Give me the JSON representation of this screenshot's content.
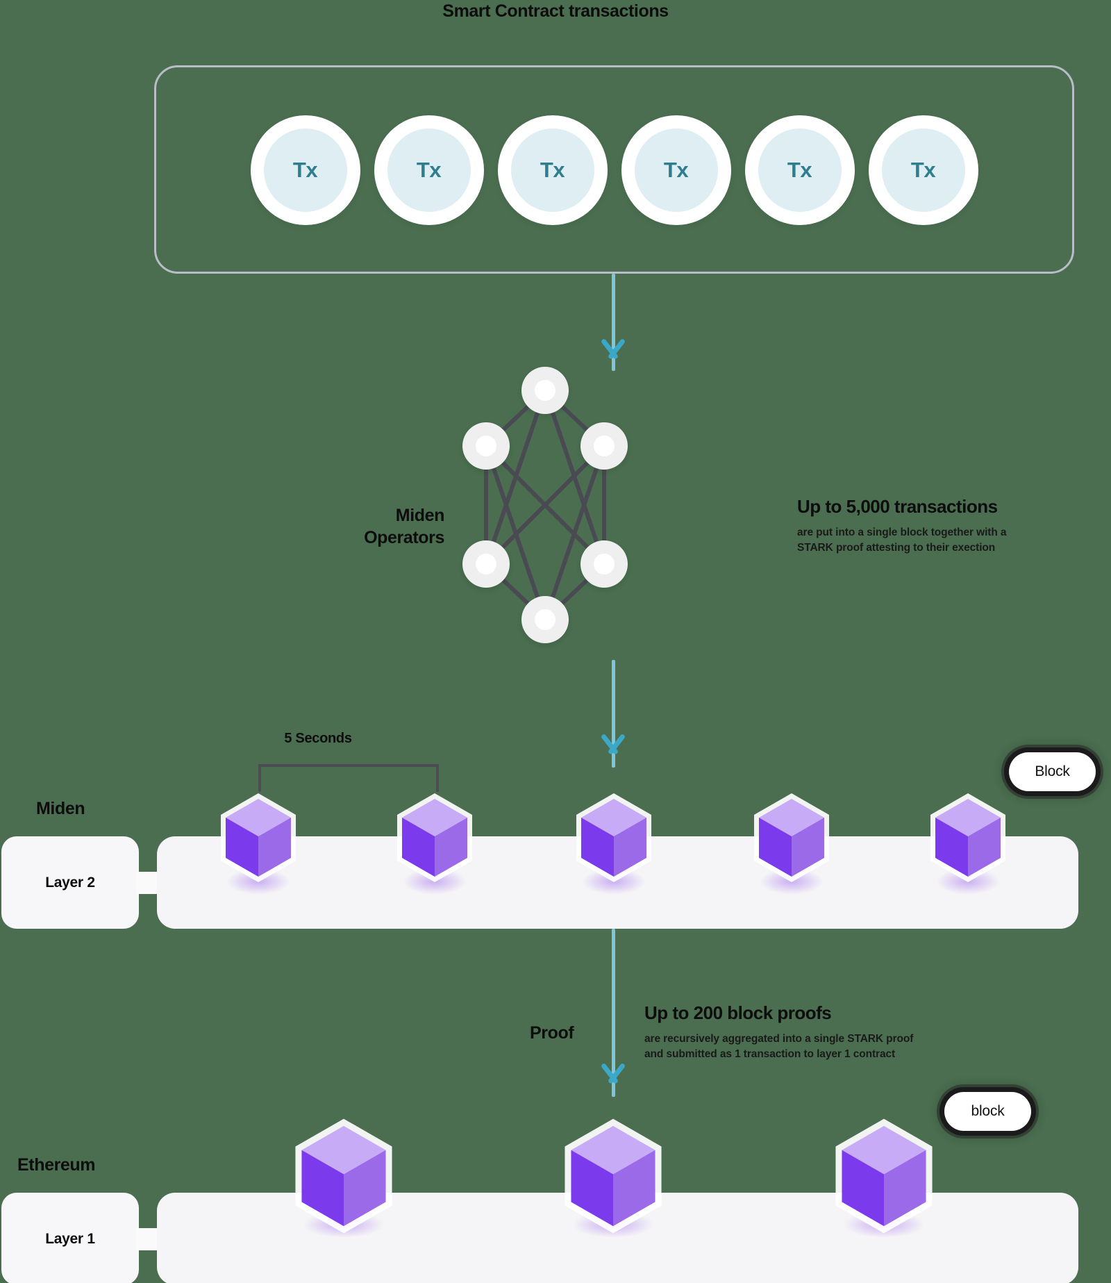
{
  "title": "Smart Contract transactions",
  "colors": {
    "background": "#4a6e4f",
    "panel_border": "#b9bdc9",
    "tx_circle_outer": "#ffffff",
    "tx_circle_inner": "#deeef3",
    "tx_text": "#2f7e90",
    "arrow": "#3ca8c8",
    "connector_line": "#7fc6db",
    "node_fill": "#efefef",
    "node_core": "#ffffff",
    "edge": "#4a4a52",
    "bar": "#f5f5f7",
    "cube_top": "#c8abf6",
    "cube_left": "#7c3aed",
    "cube_right": "#9b6ae8",
    "text": "#0d0d0d"
  },
  "transactions": {
    "panel_label": "transaction-pool",
    "items": [
      {
        "label": "Tx"
      },
      {
        "label": "Tx"
      },
      {
        "label": "Tx"
      },
      {
        "label": "Tx"
      },
      {
        "label": "Tx"
      },
      {
        "label": "Tx"
      }
    ]
  },
  "operators": {
    "label_line1": "Miden",
    "label_line2": "Operators",
    "node_count": 6
  },
  "callouts": [
    {
      "heading": "Up to 5,000 transactions",
      "body_line1": "are put into a single block together with a",
      "body_line2": "STARK proof attesting to their exection"
    },
    {
      "heading": "Up to 200 block proofs",
      "body_line1": "are recursively aggregated into a single STARK proof",
      "body_line2": "and submitted as 1 transaction to layer 1 contract"
    }
  ],
  "layer2": {
    "chain_label": "Miden",
    "layer_label": "Layer 2",
    "block_badge": "Block",
    "interval_label": "5 Seconds",
    "block_count": 5
  },
  "layer1": {
    "chain_label": "Ethereum",
    "layer_label": "Layer 1",
    "block_badge": "block",
    "block_count": 3
  },
  "proof": {
    "label": "Proof"
  },
  "chart_data": {
    "type": "diagram",
    "title": "Smart Contract transactions",
    "flow": [
      {
        "stage": "Smart Contract transactions",
        "count": 6,
        "node": "Tx"
      },
      {
        "stage": "Miden Operators",
        "count": 6,
        "note": "Up to 5,000 transactions are put into a single block together with a STARK proof attesting to their exection"
      },
      {
        "stage": "Miden Layer 2",
        "count": 5,
        "note": "5 Seconds between blocks",
        "unit": "Block"
      },
      {
        "stage": "Ethereum Layer 1",
        "count": 3,
        "note": "Up to 200 block proofs are recursively aggregated into a single STARK proof and submitted as 1 transaction to layer 1 contract",
        "unit": "block"
      }
    ]
  }
}
